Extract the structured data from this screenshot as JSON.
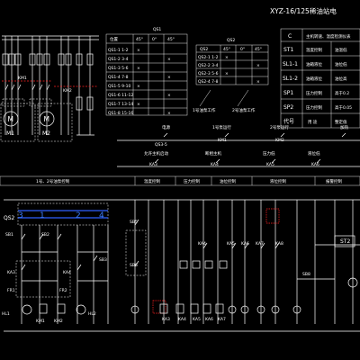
{
  "title": "XYZ-16/125稀油站电",
  "motors": [
    {
      "label": "M",
      "sub": "M1"
    },
    {
      "label": "M",
      "sub": "M2"
    }
  ],
  "table_qs1": {
    "header_tag": "QS1",
    "columns": [
      "位置",
      "45°",
      "0°",
      "45°"
    ],
    "rows": [
      "QS1-1  1-2",
      "QS1-2  3-4",
      "QS1-3  5-6",
      "QS1-4  7-8",
      "QS1-5 9-10",
      "QS1-6 11-12",
      "QS1-7 13-14",
      "QS1-8 15-16"
    ]
  },
  "table_qs2": {
    "header_tag": "QS2",
    "columns": [
      "QS2",
      "45°",
      "0°",
      "45°"
    ],
    "rows": [
      "QS2-1  1-2",
      "QS2-2  3-4",
      "QS2-3  5-6",
      "QS2-4  7-8"
    ],
    "note_left": "1号油泵工作",
    "note_mid": "2号油泵工作"
  },
  "code_table": {
    "header": "C",
    "desc_header": "主机转速、温度检测仪表",
    "rows": [
      {
        "code": "ST1",
        "desc": "温度控制",
        "note": "油温低"
      },
      {
        "code": "SL1-1",
        "desc": "油箱液位",
        "note": "油位低"
      },
      {
        "code": "SL1-2",
        "desc": "油箱液位",
        "note": "油位高"
      },
      {
        "code": "SP1",
        "desc": "压力控制",
        "note": "高于0.2"
      },
      {
        "code": "SP2",
        "desc": "压力控制",
        "note": "高于0.05"
      },
      {
        "code": "代号",
        "desc": "用 途",
        "note": "整定值"
      }
    ]
  },
  "labels_mid": {
    "power": "电源",
    "qs3": "QS3-5",
    "pump1": "1号泵运行",
    "km1": "KM1",
    "pump2": "2号泵运行",
    "km2": "KM2",
    "heater": "加热",
    "alarm_lamp": "允许主机启动",
    "ka3": "KA3",
    "broken": "断相主机",
    "ka4": "KA4",
    "press_low": "压力低",
    "ka5": "KA5",
    "level_low": "液位低",
    "ka6": "KA6"
  },
  "section_headers": [
    "1号、2号油泵控制",
    "温度控制",
    "压力控制",
    "油位控制",
    "液位控制",
    "报警控制"
  ],
  "ctrl_labels": {
    "qs2": "QS2",
    "n1": "1",
    "n2": "2",
    "n3": "3",
    "n4": "4",
    "st2": "ST2"
  }
}
